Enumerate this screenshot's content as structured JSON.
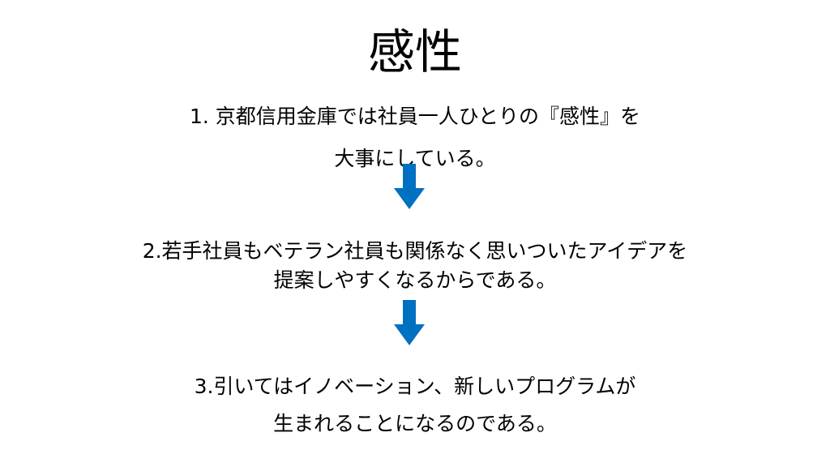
{
  "slide": {
    "title": "感性",
    "points": [
      {
        "line1": "1.  京都信用金庫では社員一人ひとりの『感性』を",
        "line2": "大事にしている。"
      },
      {
        "line1": "2.若手社員もベテラン社員も関係なく思いついたアイデアを",
        "line2": "提案しやすくなるからである。"
      },
      {
        "line1": "3.引いてはイノベーション、新しいプログラムが",
        "line2": "生まれることになるのである。"
      }
    ]
  },
  "colors": {
    "arrow": "#0070C0",
    "text": "#000000",
    "background": "#FFFFFF"
  },
  "icons": {
    "arrow": "arrow-down-icon"
  }
}
